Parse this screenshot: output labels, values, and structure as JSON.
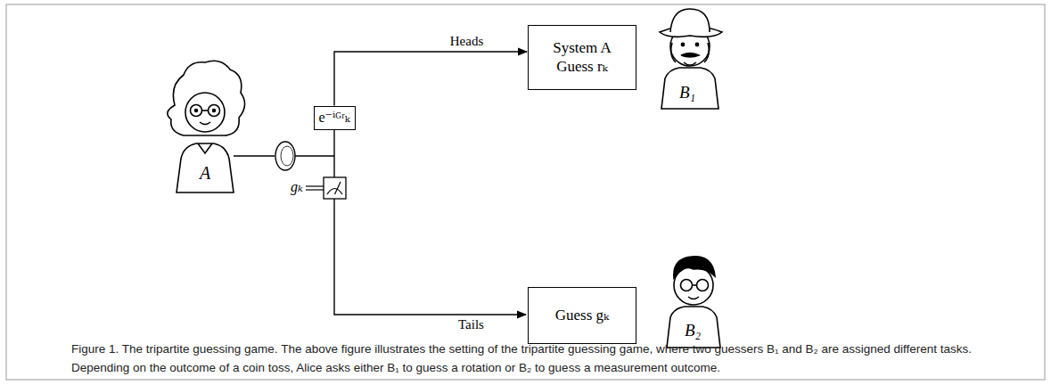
{
  "diagram": {
    "caption": "Figure 1. The tripartite guessing game. The above figure illustrates the setting of the tripartite guessing game, where two guessers B₁ and B₂ are assigned different tasks. Depending on the outcome of a coin toss, Alice asks either B₁ to guess a rotation or B₂ to guess a measurement outcome.",
    "nodes": [
      {
        "text": [
          "e⁻ⁱᴳʳₖ"
        ]
      },
      {
        "text": [
          "System A",
          "Guess rₖ"
        ]
      },
      {
        "text": [
          "Guess gₖ"
        ]
      }
    ],
    "edges": [
      {
        "from": 0,
        "to": 1,
        "label": "Heads",
        "arrow": "to"
      }
    ],
    "labels": [
      "A",
      "gₖ",
      "Tails",
      "B₁",
      "B₂"
    ]
  }
}
